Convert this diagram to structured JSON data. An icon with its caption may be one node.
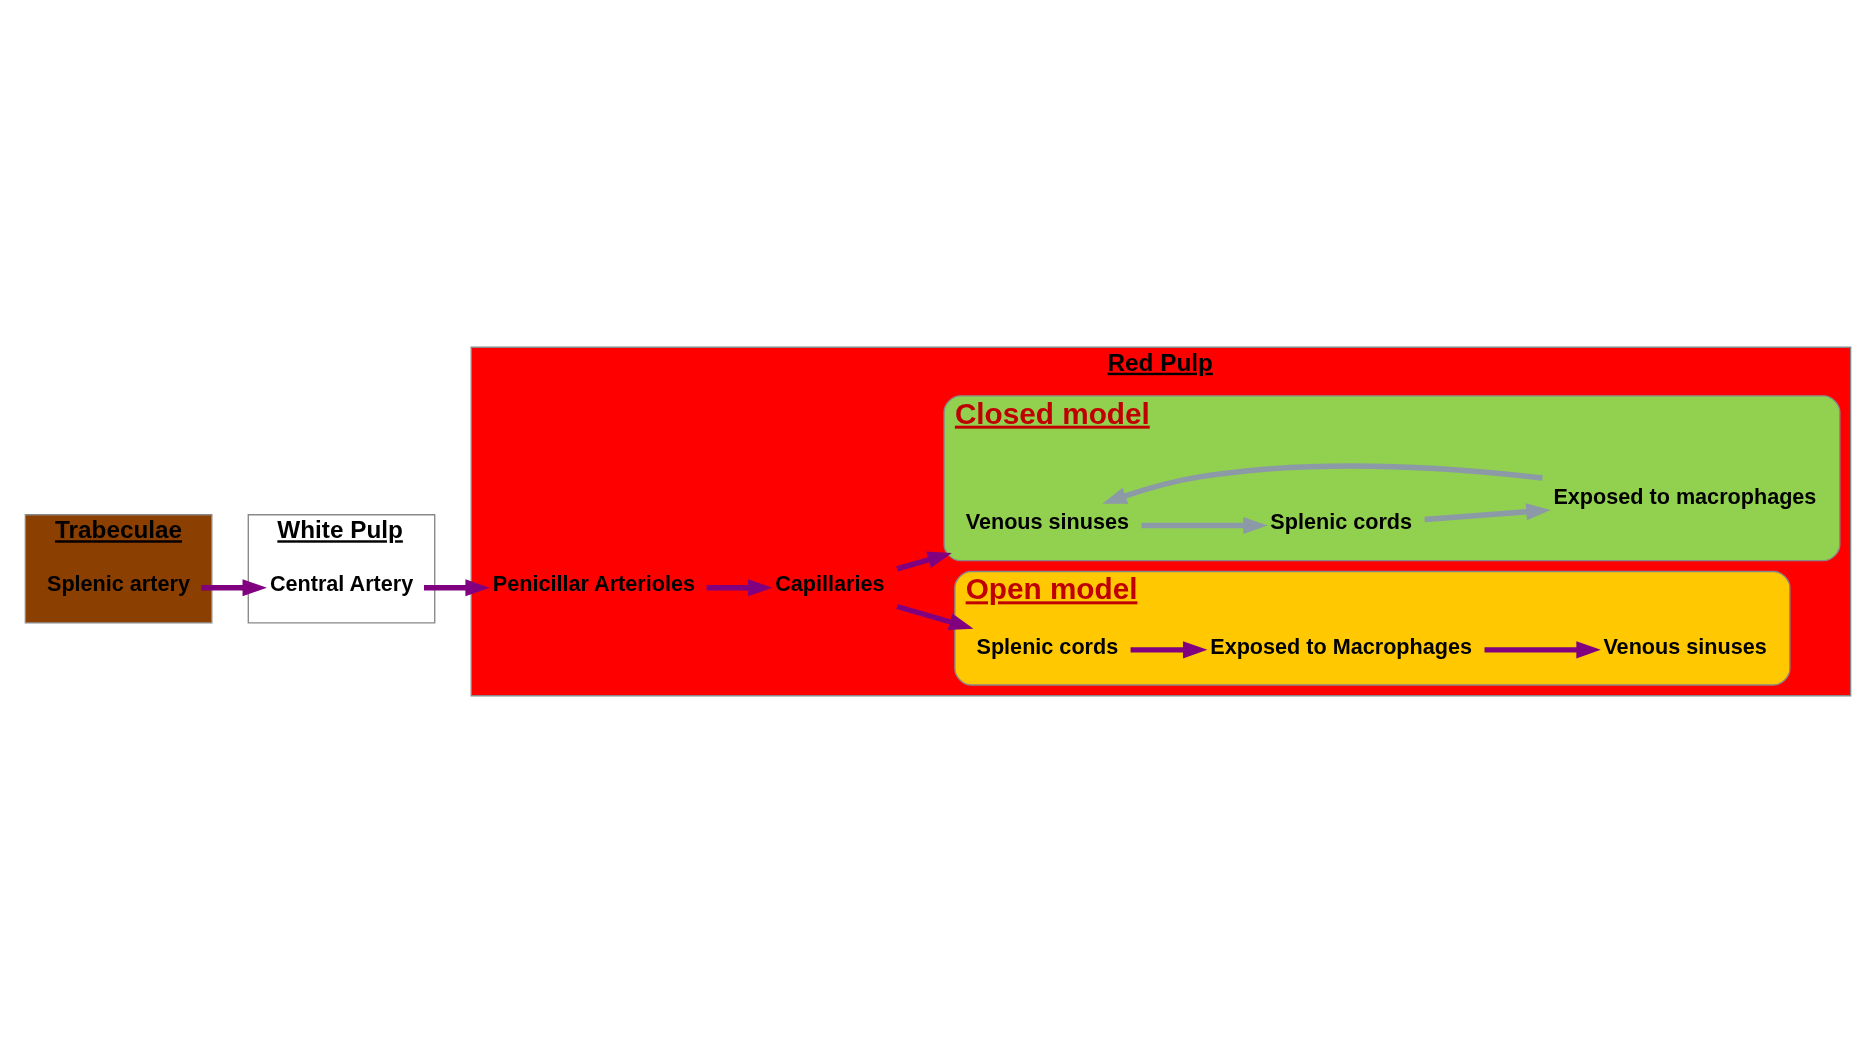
{
  "diagram": {
    "nodes": [
      {
        "text": [
          "Trabeculae"
        ]
      },
      {
        "text": [
          "White Pulp"
        ]
      },
      {
        "text": [
          "Red Pulp"
        ]
      },
      {
        "text": [
          "Open model"
        ],
        "in": 2
      },
      {
        "text": [
          "Closed model"
        ],
        "in": 2
      },
      {
        "text": [
          "Splenic artery"
        ],
        "in": 0
      },
      {
        "text": [
          "Central Artery"
        ],
        "in": 1
      },
      {
        "text": [
          "Penicillar Arterioles"
        ],
        "in": 2
      },
      {
        "text": [
          "Capillaries"
        ],
        "in": 2
      },
      {
        "text": [
          "Splenic cords"
        ],
        "in": 3
      },
      {
        "text": [
          "Exposed to Macrophages"
        ],
        "in": 3
      },
      {
        "text": [
          "Venous sinuses"
        ],
        "in": 3
      },
      {
        "text": [
          "Venous sinuses"
        ],
        "in": 4
      },
      {
        "text": [
          "Splenic cords"
        ],
        "in": 4
      },
      {
        "text": [
          "Exposed to macrophages"
        ],
        "in": 4
      }
    ],
    "edges": [
      {
        "from": 5,
        "to": 6,
        "arrow": "to"
      },
      {
        "from": 6,
        "to": 7,
        "arrow": "to"
      },
      {
        "from": 7,
        "to": 8,
        "arrow": "to"
      },
      {
        "from": 8,
        "to": 9,
        "arrow": "to"
      },
      {
        "from": 9,
        "to": 10,
        "arrow": "to"
      },
      {
        "from": 10,
        "to": 11,
        "arrow": "to"
      },
      {
        "from": 8,
        "to": 4,
        "arrow": "to"
      },
      {
        "from": 12,
        "to": 13,
        "arrow": "to",
        "color": "#8c99a6"
      },
      {
        "from": 13,
        "to": 14,
        "arrow": "to",
        "color": "#8c99a6"
      },
      {
        "from": 14,
        "to": 12,
        "arrow": "to",
        "color": "#8c99a6"
      }
    ]
  }
}
